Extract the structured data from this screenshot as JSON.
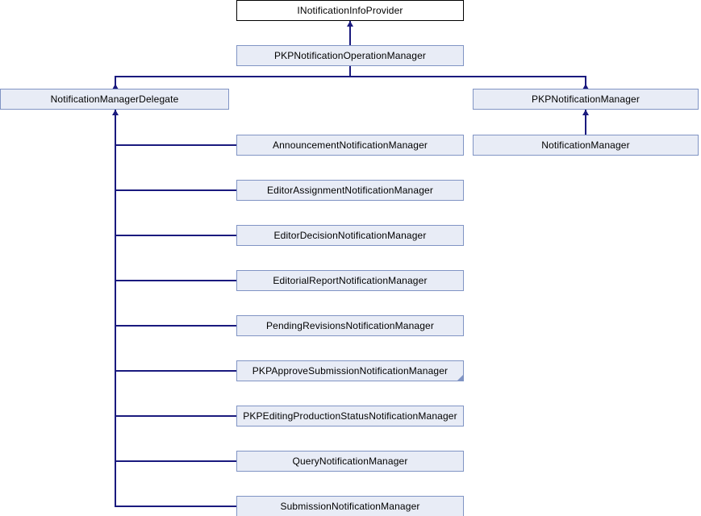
{
  "diagram": {
    "title": "INotificationInfoProvider inheritance diagram",
    "type": "class-inheritance",
    "colors": {
      "interface_fill": "#ffffff",
      "interface_border": "#000000",
      "class_fill": "#e8ecf6",
      "class_border": "#8094c4",
      "edge": "#1a1a7e",
      "background": "#ffffff"
    }
  },
  "nodes": {
    "interface": {
      "label": "INotificationInfoProvider",
      "kind": "interface"
    },
    "operation_manager": {
      "label": "PKPNotificationOperationManager",
      "kind": "class"
    },
    "delegate": {
      "label": "NotificationManagerDelegate",
      "kind": "class"
    },
    "pkp_notification_manager": {
      "label": "PKPNotificationManager",
      "kind": "class"
    },
    "notification_manager": {
      "label": "NotificationManager",
      "kind": "class"
    }
  },
  "delegate_children": [
    {
      "label": "AnnouncementNotificationManager",
      "folded": false
    },
    {
      "label": "EditorAssignmentNotificationManager",
      "folded": false
    },
    {
      "label": "EditorDecisionNotificationManager",
      "folded": false
    },
    {
      "label": "EditorialReportNotificationManager",
      "folded": false
    },
    {
      "label": "PendingRevisionsNotificationManager",
      "folded": false
    },
    {
      "label": "PKPApproveSubmissionNotificationManager",
      "folded": true
    },
    {
      "label": "PKPEditingProductionStatusNotificationManager",
      "folded": false
    },
    {
      "label": "QueryNotificationManager",
      "folded": false
    },
    {
      "label": "SubmissionNotificationManager",
      "folded": false
    }
  ]
}
